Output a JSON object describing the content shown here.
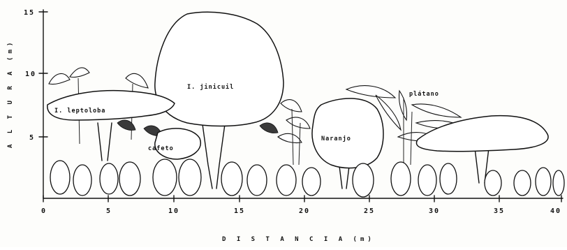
{
  "axes": {
    "x_title": "D I S T A N C I A     (m)",
    "y_title": "A L T U R A   (m)",
    "x_ticks": [
      "0",
      "5",
      "10",
      "15",
      "20",
      "25",
      "30",
      "35",
      "40"
    ],
    "y_ticks": [
      "15",
      "10",
      "5"
    ]
  },
  "species": {
    "jinicuil": "I. jinicuil",
    "leptoloba": "I. leptoloba",
    "cafeto": "cafeto",
    "naranjo": "Naranjo",
    "platano": "plátano"
  },
  "icons": {
    "trees": "tree-crown-icon",
    "shrubs": "coffee-shrub-icon",
    "plantains": "plantain-leaf-icon"
  }
}
